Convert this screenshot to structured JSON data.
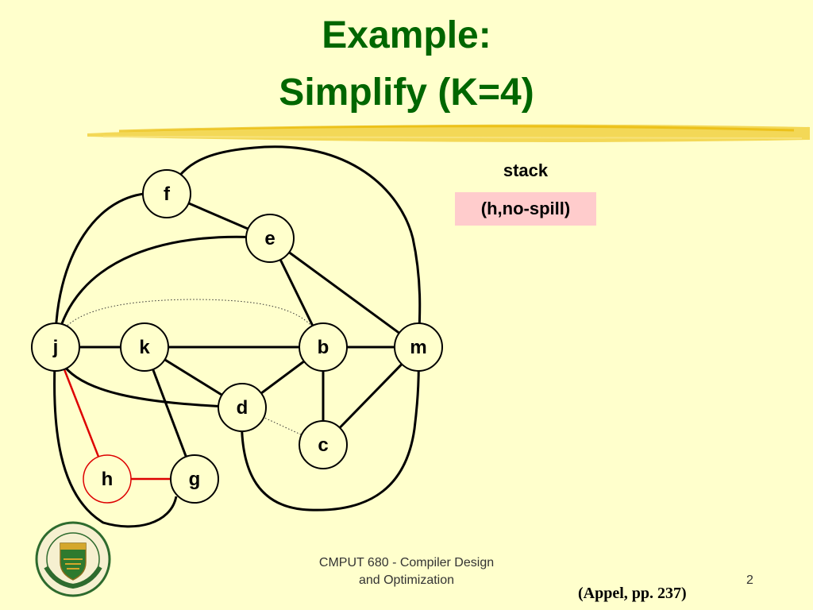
{
  "slide": {
    "title_line1": "Example:",
    "title_line2": "Simplify (K=4)",
    "stack_heading": "stack",
    "stack_items": [
      "(h,no-spill)"
    ],
    "footer_line1": "CMPUT 680 - Compiler Design",
    "footer_line2": "and Optimization",
    "page_number": "2",
    "citation": "(Appel, pp. 237)"
  },
  "colors": {
    "title": "#006600",
    "background": "#ffffcc",
    "node_fill": "#ffffcc",
    "removed_edge": "#dd0000",
    "stack_box": "#ffcccc"
  },
  "graph": {
    "nodes": [
      {
        "id": "f",
        "label": "f"
      },
      {
        "id": "e",
        "label": "e"
      },
      {
        "id": "j",
        "label": "j"
      },
      {
        "id": "k",
        "label": "k"
      },
      {
        "id": "b",
        "label": "b"
      },
      {
        "id": "m",
        "label": "m"
      },
      {
        "id": "d",
        "label": "d"
      },
      {
        "id": "c",
        "label": "c"
      },
      {
        "id": "h",
        "label": "h",
        "removed": true
      },
      {
        "id": "g",
        "label": "g"
      }
    ],
    "edges": [
      {
        "from": "f",
        "to": "e",
        "style": "solid"
      },
      {
        "from": "f",
        "to": "j",
        "style": "solid"
      },
      {
        "from": "f",
        "to": "m",
        "style": "solid"
      },
      {
        "from": "e",
        "to": "j",
        "style": "solid"
      },
      {
        "from": "e",
        "to": "b",
        "style": "solid"
      },
      {
        "from": "e",
        "to": "m",
        "style": "solid"
      },
      {
        "from": "j",
        "to": "k",
        "style": "solid"
      },
      {
        "from": "j",
        "to": "d",
        "style": "solid"
      },
      {
        "from": "j",
        "to": "g",
        "style": "solid"
      },
      {
        "from": "j",
        "to": "h",
        "style": "removed"
      },
      {
        "from": "k",
        "to": "b",
        "style": "solid"
      },
      {
        "from": "k",
        "to": "d",
        "style": "solid"
      },
      {
        "from": "k",
        "to": "g",
        "style": "solid"
      },
      {
        "from": "b",
        "to": "m",
        "style": "solid"
      },
      {
        "from": "b",
        "to": "d",
        "style": "solid"
      },
      {
        "from": "b",
        "to": "c",
        "style": "solid"
      },
      {
        "from": "m",
        "to": "c",
        "style": "solid"
      },
      {
        "from": "d",
        "to": "m",
        "style": "solid"
      },
      {
        "from": "h",
        "to": "g",
        "style": "removed"
      },
      {
        "from": "j",
        "to": "b",
        "style": "dotted"
      },
      {
        "from": "d",
        "to": "c",
        "style": "dotted"
      }
    ]
  }
}
